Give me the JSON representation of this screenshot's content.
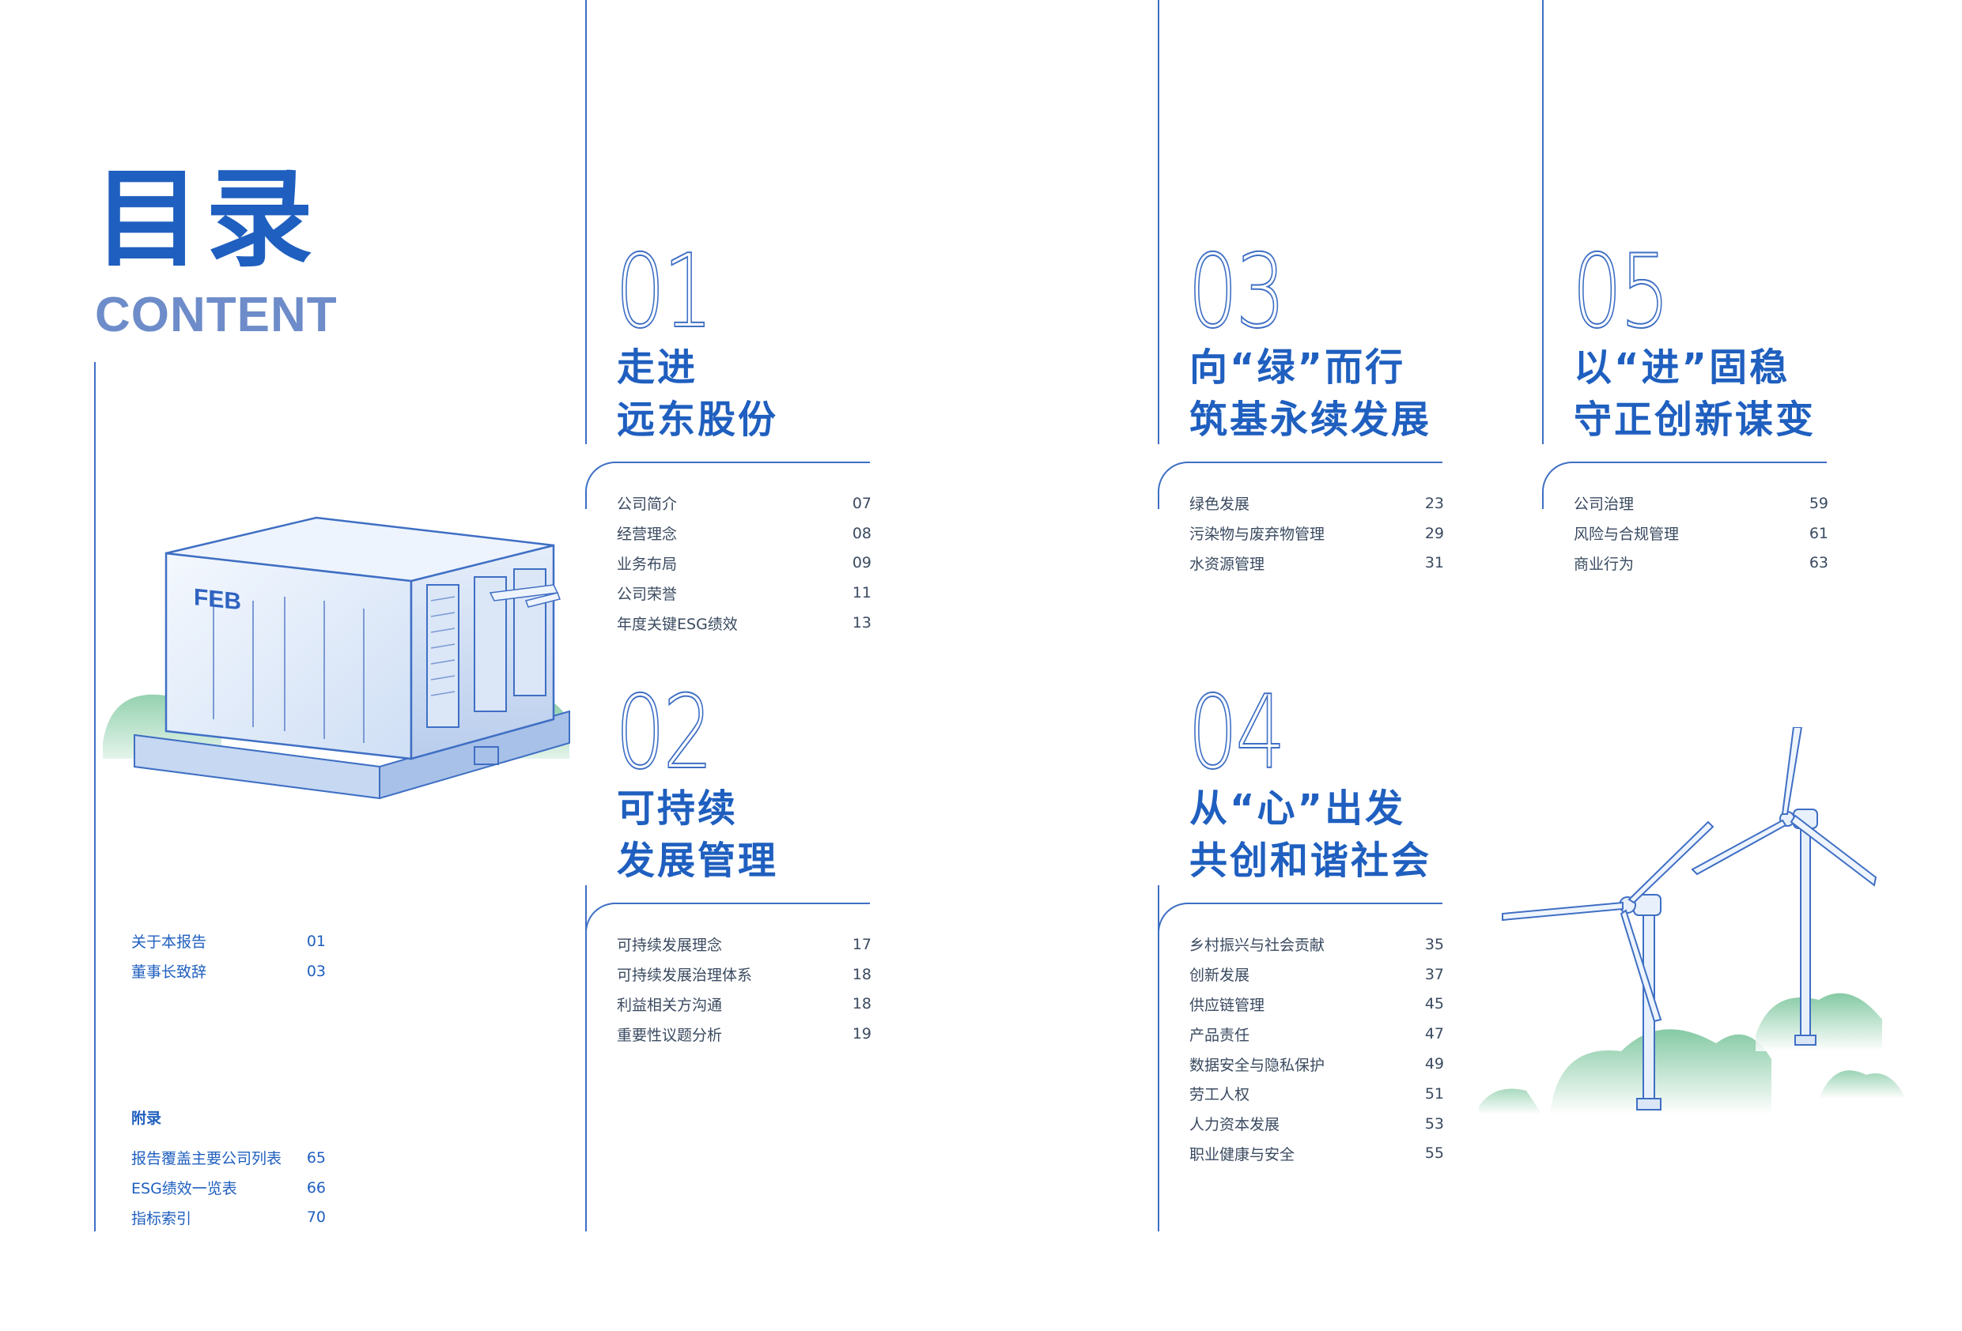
{
  "header": {
    "title_cn": "目录",
    "title_en": "CONTENT"
  },
  "sections": [
    {
      "num": "01",
      "title_line1": "走进",
      "title_line2": "远东股份",
      "items": [
        {
          "label": "公司简介",
          "page": "07"
        },
        {
          "label": "经营理念",
          "page": "08"
        },
        {
          "label": "业务布局",
          "page": "09"
        },
        {
          "label": "公司荣誉",
          "page": "11"
        },
        {
          "label": "年度关键ESG绩效",
          "page": "13"
        }
      ]
    },
    {
      "num": "02",
      "title_line1": "可持续",
      "title_line2": "发展管理",
      "items": [
        {
          "label": "可持续发展理念",
          "page": "17"
        },
        {
          "label": "可持续发展治理体系",
          "page": "18"
        },
        {
          "label": "利益相关方沟通",
          "page": "18"
        },
        {
          "label": "重要性议题分析",
          "page": "19"
        }
      ]
    },
    {
      "num": "03",
      "title_line1": "向“绿”而行",
      "title_line2": "筑基永续发展",
      "items": [
        {
          "label": "绿色发展",
          "page": "23"
        },
        {
          "label": "污染物与废弃物管理",
          "page": "29"
        },
        {
          "label": "水资源管理",
          "page": "31"
        }
      ]
    },
    {
      "num": "04",
      "title_line1": "从“心”出发",
      "title_line2": "共创和谐社会",
      "items": [
        {
          "label": "乡村振兴与社会贡献",
          "page": "35"
        },
        {
          "label": "创新发展",
          "page": "37"
        },
        {
          "label": "供应链管理",
          "page": "45"
        },
        {
          "label": "产品责任",
          "page": "47"
        },
        {
          "label": "数据安全与隐私保护",
          "page": "49"
        },
        {
          "label": "劳工人权",
          "page": "51"
        },
        {
          "label": "人力资本发展",
          "page": "53"
        },
        {
          "label": "职业健康与安全",
          "page": "55"
        }
      ]
    },
    {
      "num": "05",
      "title_line1": "以“进”固稳",
      "title_line2": "守正创新谋变",
      "items": [
        {
          "label": "公司治理",
          "page": "59"
        },
        {
          "label": "风险与合规管理",
          "page": "61"
        },
        {
          "label": "商业行为",
          "page": "63"
        }
      ]
    }
  ],
  "front_matter": [
    {
      "label": "关于本报告",
      "page": "01"
    },
    {
      "label": "董事长致辞",
      "page": "03"
    }
  ],
  "appendix": {
    "label": "附录",
    "items": [
      {
        "label": "报告覆盖主要公司列表",
        "page": "65"
      },
      {
        "label": "ESG绩效一览表",
        "page": "66"
      },
      {
        "label": "指标索引",
        "page": "70"
      }
    ]
  },
  "illustration": {
    "container_logo": "FEB"
  },
  "colors": {
    "accent": "#1f5fbf",
    "line": "#3f6fc4",
    "soft": "#6d8cc9",
    "green": "#7fc8a0"
  }
}
